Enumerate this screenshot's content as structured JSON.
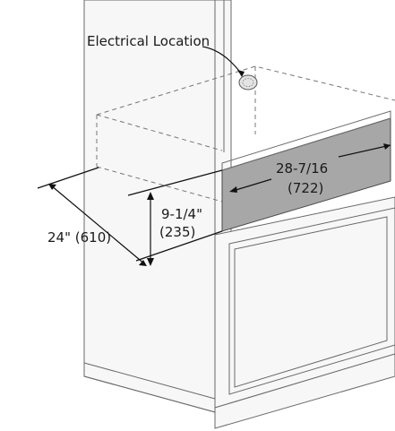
{
  "labels": {
    "electrical_location": "Electrical Location",
    "width_inch": "28-7/16",
    "width_mm": "(722)",
    "height_inch": "9-1/4\"",
    "height_mm": "(235)",
    "depth": "24\" (610)"
  },
  "colors": {
    "cutout_fill": "#a7a7a7",
    "line": "#6a6a6a",
    "dimension": "#111111"
  },
  "icons": [
    "electrical-outlet-icon"
  ]
}
